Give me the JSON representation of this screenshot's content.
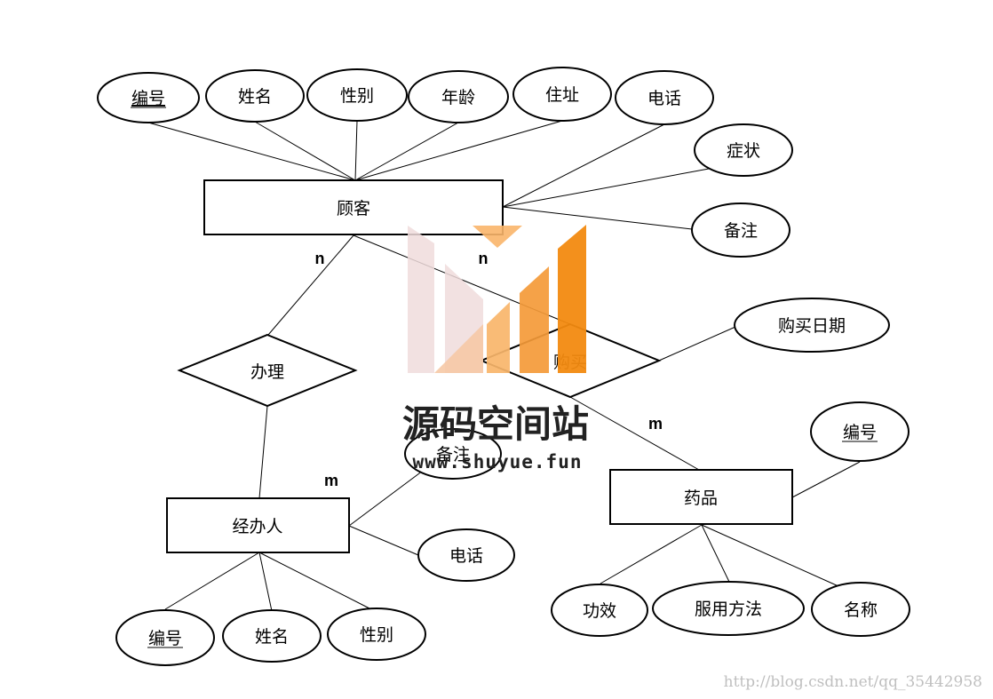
{
  "entities": {
    "customer": "顾客",
    "handler": "经办人",
    "medicine": "药品"
  },
  "relationships": {
    "handle": "办理",
    "purchase": "购买"
  },
  "cardinality": {
    "customer_handle": "n",
    "customer_purchase": "n",
    "handler_handle": "m",
    "medicine_purchase": "m"
  },
  "customer_attributes": {
    "id": "编号",
    "name": "姓名",
    "gender": "性别",
    "age": "年龄",
    "address": "住址",
    "phone": "电话",
    "symptom": "症状",
    "note": "备注"
  },
  "purchase_attributes": {
    "date": "购买日期"
  },
  "handler_attributes": {
    "note": "备注",
    "phone": "电话",
    "id": "编号",
    "name": "姓名",
    "gender": "性别"
  },
  "medicine_attributes": {
    "id": "编号",
    "effect": "功效",
    "usage": "服用方法",
    "name": "名称"
  },
  "watermark": {
    "title": "源码空间站",
    "url": "www.shuyue.fun"
  },
  "blog_url": "http://blog.csdn.net/qq_35442958",
  "colors": {
    "line": "#000000",
    "logo_pink": "#f0dcdc",
    "logo_peach": "#f6c9a6",
    "logo_orange_light": "#f9b56a",
    "logo_orange": "#f49a38",
    "logo_orange_dark": "#f28a10"
  }
}
